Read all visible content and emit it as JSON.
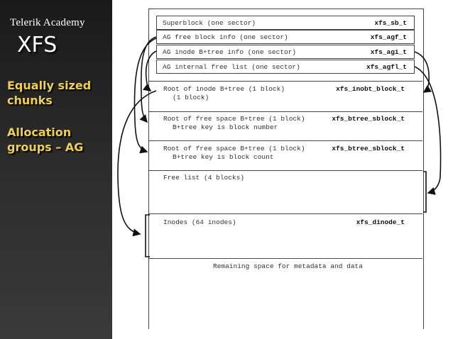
{
  "slide": {
    "brand": "Telerik Academy",
    "title": "XFS",
    "bullets": [
      "Equally sized chunks",
      "Allocation groups – AG"
    ]
  },
  "diagram": {
    "header_rows": [
      {
        "label": "Superblock (one sector)",
        "type": "xfs_sb_t"
      },
      {
        "label": "AG free block info (one sector)",
        "type": "xfs_agf_t"
      },
      {
        "label": "AG inode B+tree info (one sector)",
        "type": "xfs_agi_t"
      },
      {
        "label": "AG internal free list (one sector)",
        "type": "xfs_agfl_t"
      }
    ],
    "sections": [
      {
        "line1": "Root of inode B+tree (1 block)",
        "line2": "(1 block)",
        "type": "xfs_inobt_block_t"
      },
      {
        "line1": "Root of free space B+tree (1 block)",
        "line2": "B+tree key is block number",
        "type": "xfs_btree_sblock_t"
      },
      {
        "line1": "Root of free space B+tree (1 block)",
        "line2": "B+tree key is block count",
        "type": "xfs_btree_sblock_t"
      },
      {
        "line1": "Free list (4 blocks)",
        "line2": "",
        "type": ""
      },
      {
        "line1": "Inodes (64 inodes)",
        "line2": "",
        "type": "xfs_dinode_t"
      }
    ],
    "footer": "Remaining space for metadata and data"
  }
}
